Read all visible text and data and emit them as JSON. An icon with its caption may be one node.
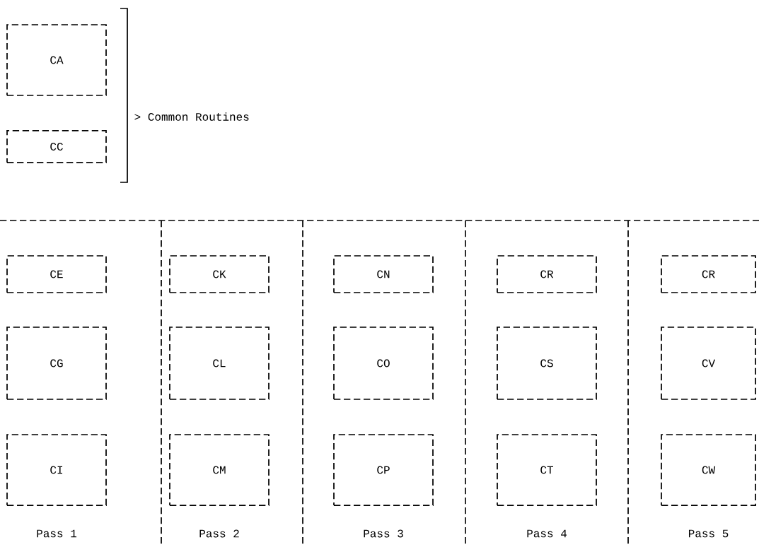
{
  "diagram": {
    "nodes": [
      {
        "text": [
          "CA"
        ]
      },
      {
        "text": [
          "CC"
        ]
      },
      {
        "text": [
          "CE"
        ]
      },
      {
        "text": [
          "CK"
        ]
      },
      {
        "text": [
          "CN"
        ]
      },
      {
        "text": [
          "CR"
        ]
      },
      {
        "text": [
          "CR"
        ]
      },
      {
        "text": [
          "CG"
        ]
      },
      {
        "text": [
          "CL"
        ]
      },
      {
        "text": [
          "CO"
        ]
      },
      {
        "text": [
          "CS"
        ]
      },
      {
        "text": [
          "CV"
        ]
      },
      {
        "text": [
          "CI"
        ]
      },
      {
        "text": [
          "CM"
        ]
      },
      {
        "text": [
          "CP"
        ]
      },
      {
        "text": [
          "CT"
        ]
      },
      {
        "text": [
          "CW"
        ]
      }
    ],
    "labels": [
      "> Common Routines",
      "Pass 1",
      "Pass 2",
      "Pass 3",
      "Pass 4",
      "Pass 5"
    ]
  }
}
